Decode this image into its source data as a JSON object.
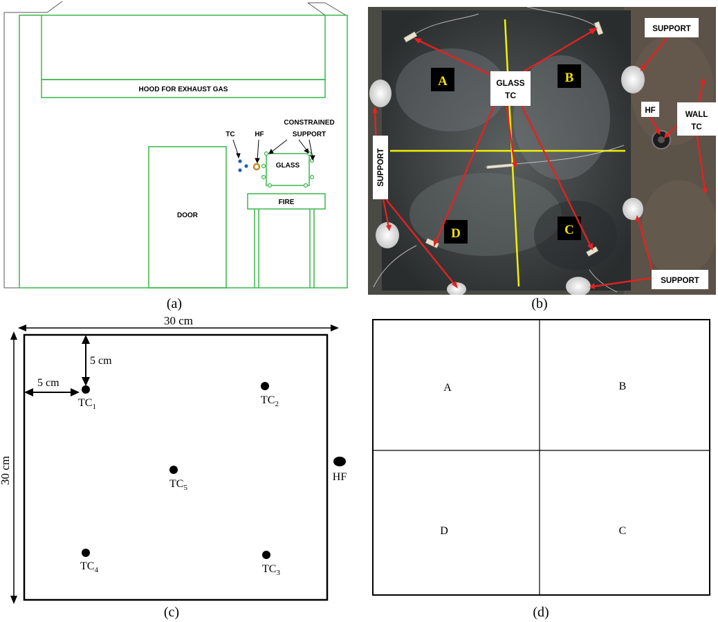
{
  "panel_a": {
    "hood_label": "HOOD FOR EXHAUST GAS",
    "door_label": "DOOR",
    "fire_label": "FIRE",
    "glass_label": "GLASS",
    "tc_label": "TC",
    "hf_label": "HF",
    "support_label_line1": "CONSTRAINED",
    "support_label_line2": "SUPPORT",
    "caption": "(a)",
    "colors": {
      "outline": "#39b54a",
      "tc_dots": "#1f5fb0",
      "hf_ring": "#c38a2a"
    }
  },
  "panel_b": {
    "marker_a": "A",
    "marker_b": "B",
    "marker_c": "C",
    "marker_d": "D",
    "glass_tc_line1": "GLASS",
    "glass_tc_line2": "TC",
    "support_top": "SUPPORT",
    "support_left": "SUPPORT",
    "support_bottom": "SUPPORT",
    "hf_label": "HF",
    "wall_tc_line1": "WALL",
    "wall_tc_line2": "TC",
    "caption": "(b)",
    "colors": {
      "arrow": "#e32222",
      "marker_text": "#f2e10a",
      "cross_lines": "#f2f200"
    }
  },
  "panel_c": {
    "width_label": "30 cm",
    "height_label": "30 cm",
    "offset_vertical": "5 cm",
    "offset_horizontal": "5 cm",
    "thermocouples": [
      {
        "name": "TC",
        "sub": "1"
      },
      {
        "name": "TC",
        "sub": "2"
      },
      {
        "name": "TC",
        "sub": "3"
      },
      {
        "name": "TC",
        "sub": "4"
      },
      {
        "name": "TC",
        "sub": "5"
      }
    ],
    "hf_label": "HF",
    "caption": "(c)"
  },
  "panel_d": {
    "quadrants": [
      "A",
      "B",
      "C",
      "D"
    ],
    "caption": "(d)"
  }
}
